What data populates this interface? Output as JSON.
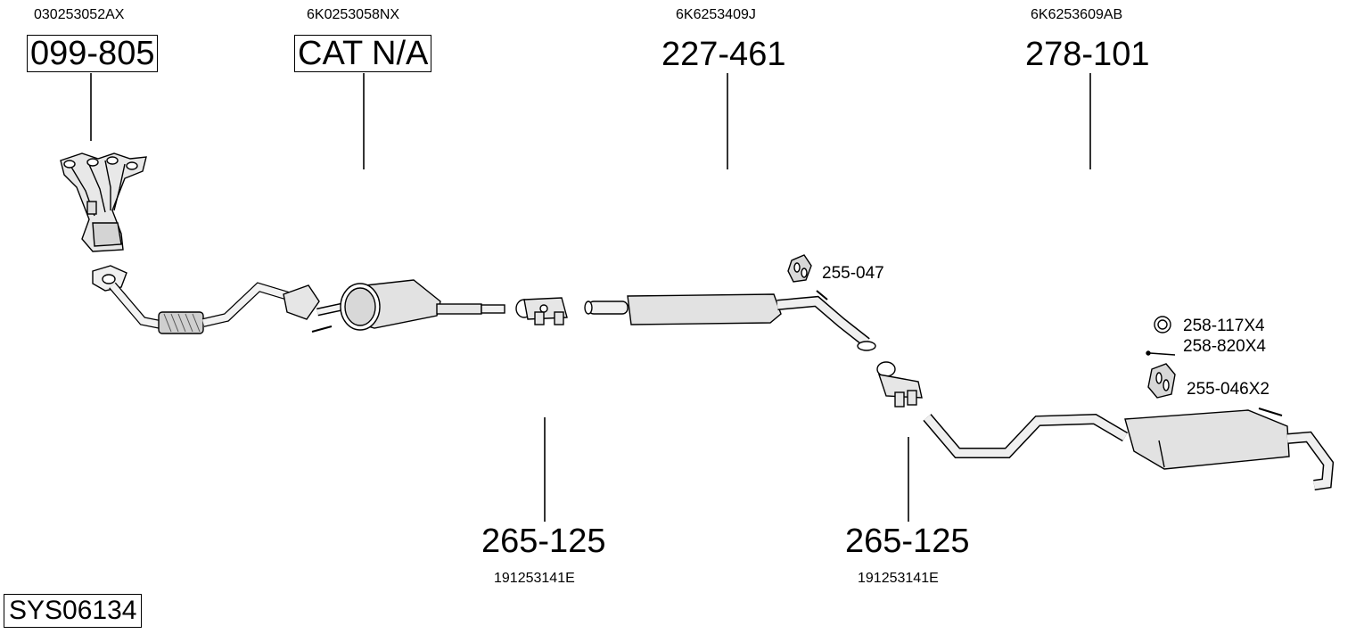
{
  "diagram": {
    "system_code": "SYS06134",
    "parts": [
      {
        "id": "manifold",
        "part_no": "099-805",
        "oem": "030253052AX",
        "boxed": true
      },
      {
        "id": "catalyst",
        "part_no": "CAT N/A",
        "oem": "6K0253058NX",
        "boxed": true
      },
      {
        "id": "middle-pipe",
        "part_no": "227-461",
        "oem": "6K6253409J",
        "boxed": false
      },
      {
        "id": "rear-silencer",
        "part_no": "278-101",
        "oem": "6K6253609AB",
        "boxed": false
      },
      {
        "id": "clamp-1",
        "part_no": "265-125",
        "oem": "191253141E",
        "boxed": false
      },
      {
        "id": "clamp-2",
        "part_no": "265-125",
        "oem": "191253141E",
        "boxed": false
      }
    ],
    "accessories": [
      {
        "id": "rubber-hanger-mid",
        "label": "255-047"
      },
      {
        "id": "ring",
        "label": "258-117X4"
      },
      {
        "id": "bolt",
        "label": "258-820X4"
      },
      {
        "id": "rubber-hanger-rear",
        "label": "255-046X2"
      }
    ]
  }
}
